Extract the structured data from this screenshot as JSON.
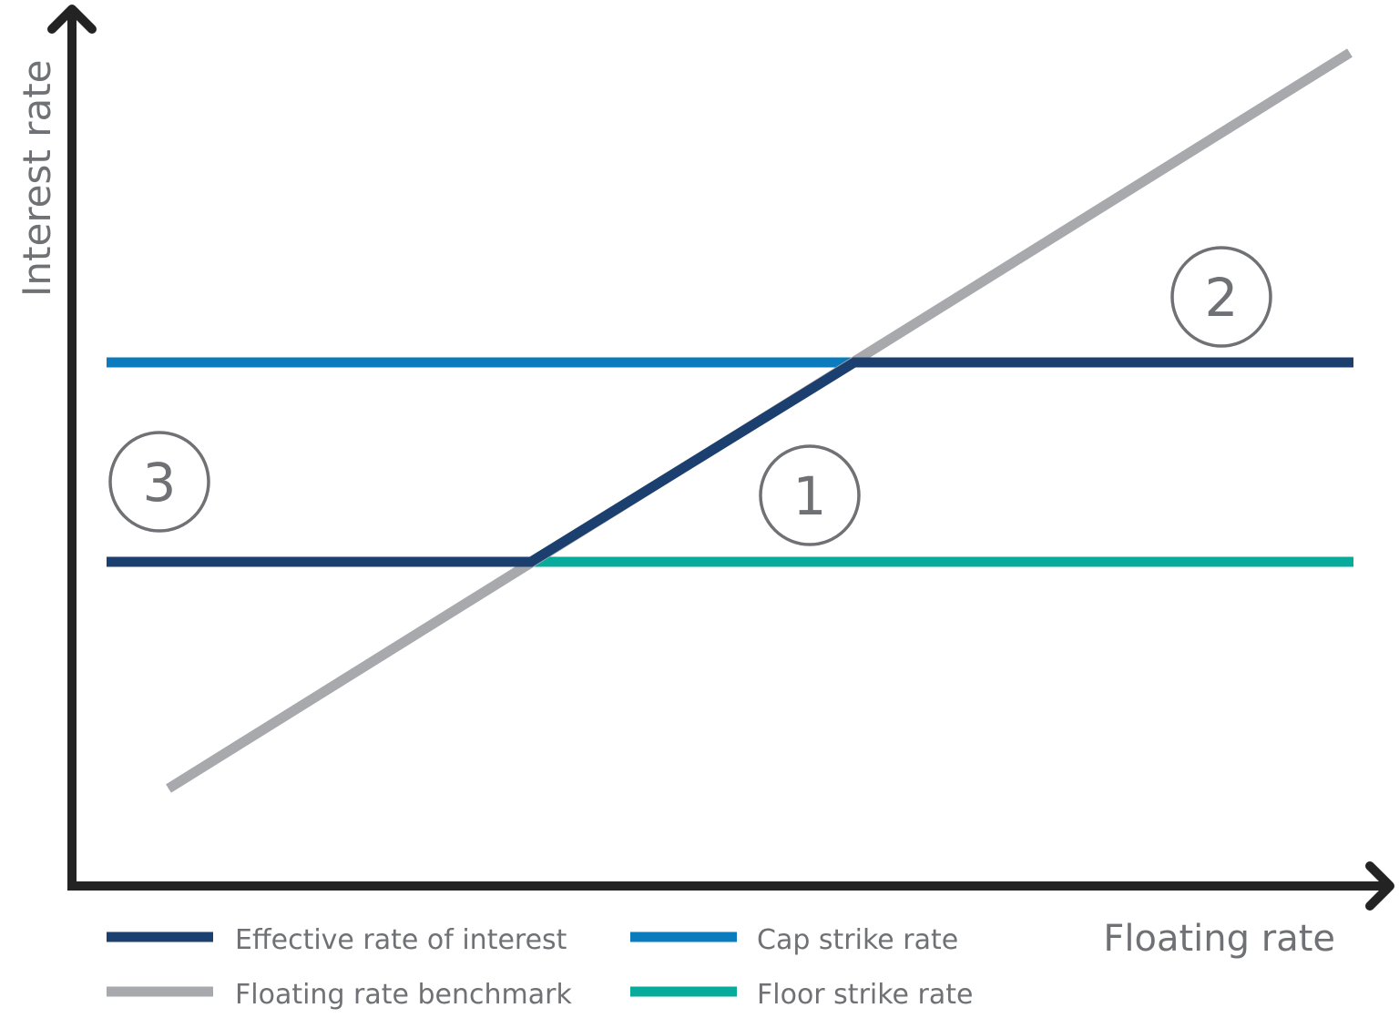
{
  "axes": {
    "y_label": "Interest rate",
    "x_label": "Floating rate"
  },
  "colors": {
    "axis": "#222322",
    "effective": "#1b3f6f",
    "benchmark": "#a7a9ac",
    "cap": "#0a7bbd",
    "floor": "#06ab9b",
    "badge": "#6f7174"
  },
  "legend": {
    "effective_label": "Effective rate of interest",
    "benchmark_label": "Floating rate benchmark",
    "cap_label": "Cap strike rate",
    "floor_label": "Floor strike rate"
  },
  "badges": {
    "one": "1",
    "two": "2",
    "three": "3"
  }
}
